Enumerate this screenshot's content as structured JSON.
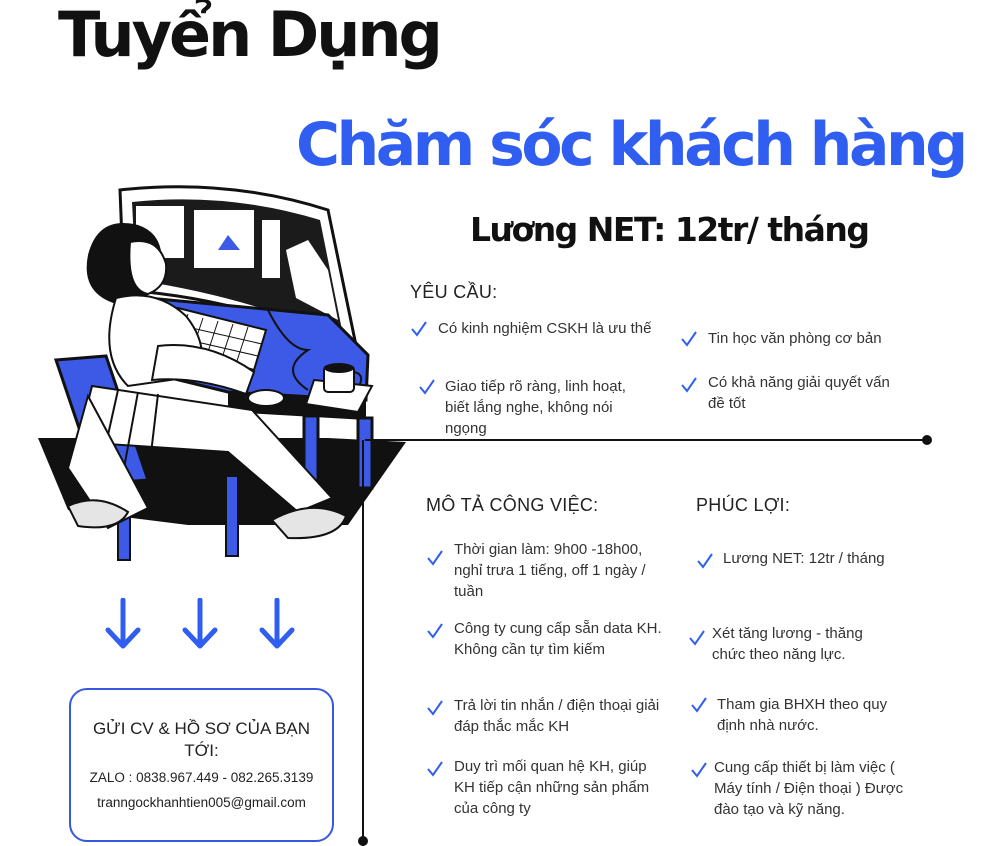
{
  "header": {
    "title": "Tuyển Dụng",
    "subtitle": "Chăm sóc khách hàng",
    "salary": "Lương NET: 12tr/ tháng"
  },
  "requirements": {
    "heading": "YÊU CẦU:",
    "items": [
      "Có kinh nghiệm CSKH là ưu thế",
      "Tin học văn phòng cơ bản",
      "Giao tiếp rõ ràng, linh hoạt, biết lắng nghe, không nói ngọng",
      "Có khả năng giải quyết vấn đề tốt"
    ]
  },
  "job_description": {
    "heading": "MÔ TẢ CÔNG VIỆC:",
    "items": [
      "Thời gian làm: 9h00 -18h00, nghỉ trưa 1 tiếng, off 1 ngày / tuần",
      "Công ty cung cấp sẵn data KH. Không cần tự tìm kiếm",
      "Trả lời tin nhắn / điện thoại giải đáp thắc mắc KH",
      "Duy trì mối quan hệ KH, giúp KH tiếp cận những sản phẩm của công ty"
    ]
  },
  "benefits": {
    "heading": "PHÚC LỢI:",
    "items": [
      "Lương NET: 12tr / tháng",
      "Xét tăng lương - thăng chức theo năng lực.",
      "Tham gia BHXH theo quy định nhà nước.",
      "Cung cấp thiết bị làm việc ( Máy tính / Điện thoại ) Được đào tạo  và kỹ năng."
    ]
  },
  "contact": {
    "title": "GỬI CV & HỒ SƠ CỦA BẠN TỚI:",
    "phone": "ZALO :  0838.967.449 -  082.265.3139",
    "email": "tranngockhanhtien005@gmail.com"
  },
  "colors": {
    "accent": "#2f5ef0",
    "illustration_blue": "#3d5ae6",
    "text": "#1a1a1a"
  },
  "icons": {
    "check": "check-icon",
    "arrow": "arrow-down-icon"
  }
}
